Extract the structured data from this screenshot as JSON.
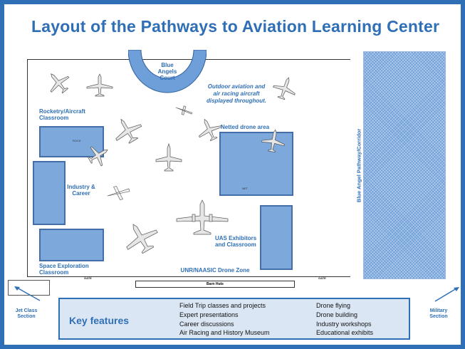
{
  "title": "Layout of the Pathways to Aviation Learning Center",
  "labels": {
    "blue_angels_court": "Blue Angels Court",
    "outdoor_note": "Outdoor aviation and air racing aircraft displayed throughout.",
    "rocketry": "Rocketry/Aircraft Classroom",
    "netted_drone": "Netted drone area",
    "industry": "Industry & Career",
    "uas": "UAS Exhibitors and Classroom",
    "space": "Space Exploration Classroom",
    "drone_zone": "UNR/NAASIC Drone Zone",
    "corridor": "Blue Angel Pathway/Corridor",
    "jet_class": "Jet Class Section",
    "military": "Military Section",
    "barn": "Barn Huts",
    "gate_left": "GATE",
    "gate_right": "GATE"
  },
  "key_features": {
    "title": "Key features",
    "col1": [
      "Field Trip classes and projects",
      "Expert presentations",
      "Career discussions",
      "Air Racing and History Museum"
    ],
    "col2": [
      "Drone flying",
      "Drone building",
      "Industry workshops",
      "Educational exhibits"
    ]
  },
  "colors": {
    "accent": "#2f6fb5",
    "room_fill": "#6f9fd8",
    "key_bg": "#dbe6f4"
  },
  "icons": [
    "airplane-icon",
    "arrow-icon"
  ]
}
